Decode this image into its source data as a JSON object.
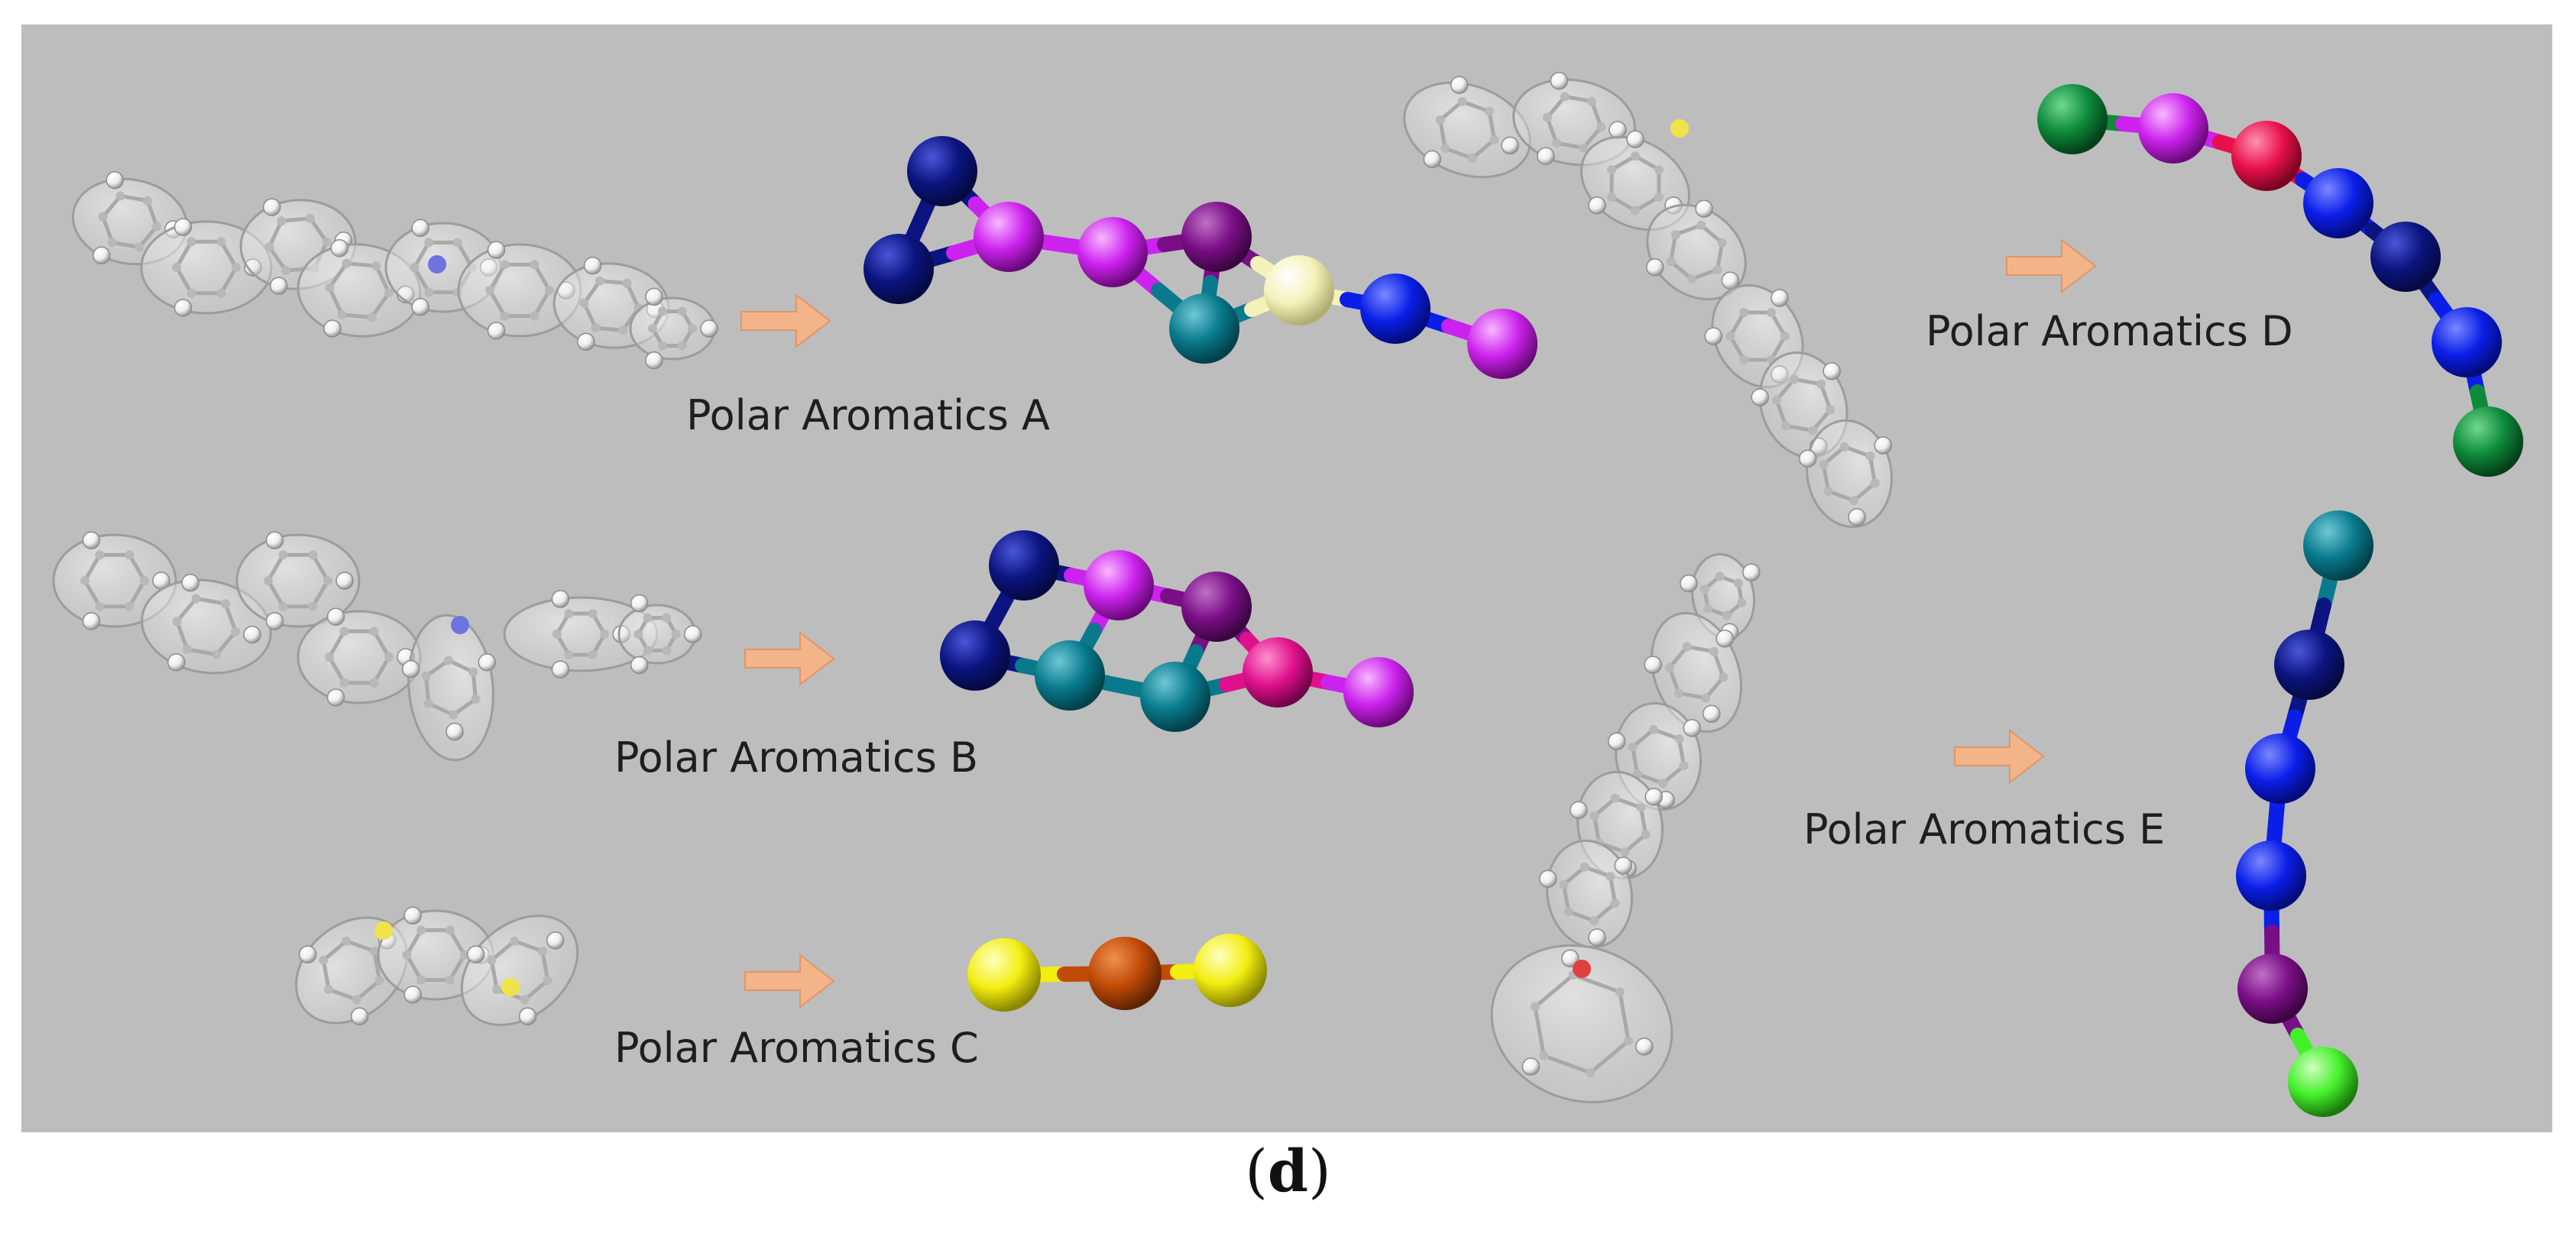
{
  "figure": {
    "panel_letter": "d",
    "groups": [
      {
        "label": "Polar Aromatics A"
      },
      {
        "label": "Polar Aromatics B"
      },
      {
        "label": "Polar Aromatics C"
      },
      {
        "label": "Polar Aromatics D"
      },
      {
        "label": "Polar Aromatics E"
      }
    ]
  },
  "colors": {
    "background": "#bdbdbd",
    "arrow": "#f3b489",
    "navy": "#0b1480",
    "blue": "#0a1ee8",
    "magenta": "#cc22ee",
    "purple": "#7a0e86",
    "teal": "#087a8c",
    "pale_yellow": "#f4f2b8",
    "yellow": "#f2ee10",
    "orange": "#c04a06",
    "crimson": "#e8104a",
    "pink": "#e0108c",
    "green": "#0e8a3a",
    "lime": "#44f02c",
    "nitrogen_hint": "#6f73e0",
    "sulfur_hint": "#f0e24a",
    "oxygen_hint": "#e04040"
  }
}
